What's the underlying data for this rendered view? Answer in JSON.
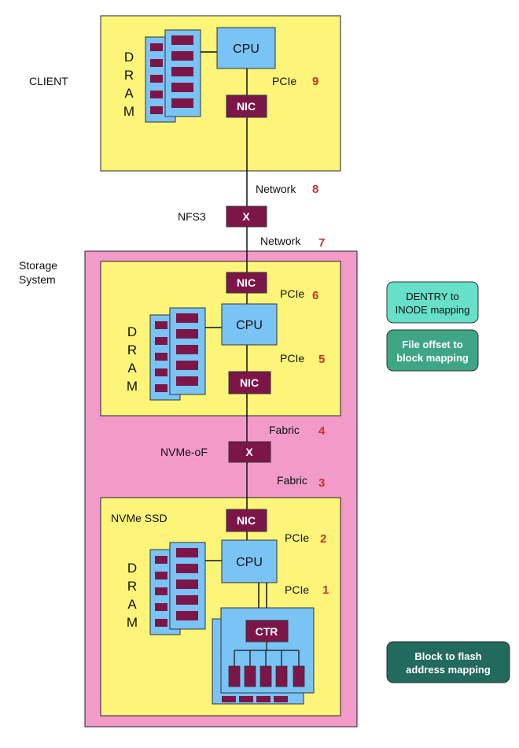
{
  "labels": {
    "client": "CLIENT",
    "storage_line1": "Storage",
    "storage_line2": "System",
    "nvme_ssd": "NVMe SSD",
    "nfs3": "NFS3",
    "nvme_of": "NVMe-oF",
    "cpu": "CPU",
    "nic": "NIC",
    "switch": "X",
    "ctr": "CTR",
    "dram_letters": [
      "D",
      "R",
      "A",
      "M"
    ]
  },
  "links": [
    {
      "label": "PCIe",
      "number": "9"
    },
    {
      "label": "Network",
      "number": "8"
    },
    {
      "label": "Network",
      "number": "7"
    },
    {
      "label": "PCIe",
      "number": "6"
    },
    {
      "label": "PCIe",
      "number": "5"
    },
    {
      "label": "Fabric",
      "number": "4"
    },
    {
      "label": "Fabric",
      "number": "3"
    },
    {
      "label": "PCIe",
      "number": "2"
    },
    {
      "label": "PCIe",
      "number": "1"
    }
  ],
  "legend": [
    {
      "line1": "DENTRY to",
      "line2": "INODE mapping",
      "bg": "#66e0c8",
      "fg": "#111111"
    },
    {
      "line1": "File offset to",
      "line2": "block mapping",
      "bg": "#3ea585",
      "fg": "#ffffff"
    },
    {
      "line1": "Block to flash",
      "line2": "address mapping",
      "bg": "#22695e",
      "fg": "#ffffff"
    }
  ],
  "colors": {
    "yellow": "#fdf57a",
    "pink": "#f29bc9",
    "blue": "#7ac3f5",
    "maroon": "#7d1648"
  }
}
